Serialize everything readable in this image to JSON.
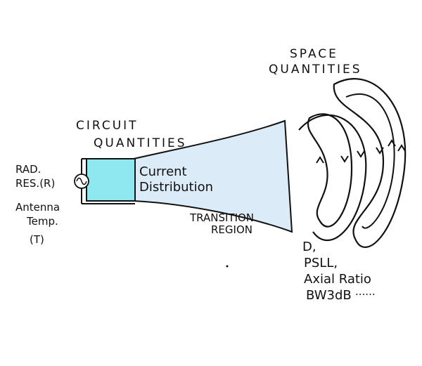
{
  "labels": {
    "space_quantities": [
      "SPACE",
      "QUANTITIES"
    ],
    "circuit_quantities": [
      "CIRCUIT",
      "QUANTITIES"
    ],
    "rad_res": [
      "RAD.",
      "RES.(R)"
    ],
    "antenna_temp": [
      "Antenna",
      "Temp.",
      "(T)"
    ],
    "current_distribution": [
      "Current",
      "Distribution"
    ],
    "transition_region": [
      "TRANSITION",
      "REGION"
    ],
    "space_params": [
      "D,",
      "PSLL,",
      "Axial Ratio",
      "BW3dB"
    ],
    "ellipsis": "......"
  },
  "colors": {
    "cyan_block": "#8fe8f0",
    "horn_fill": "#dcebf8",
    "ink": "#111111"
  },
  "icons": {
    "source": "ac-source-icon"
  }
}
